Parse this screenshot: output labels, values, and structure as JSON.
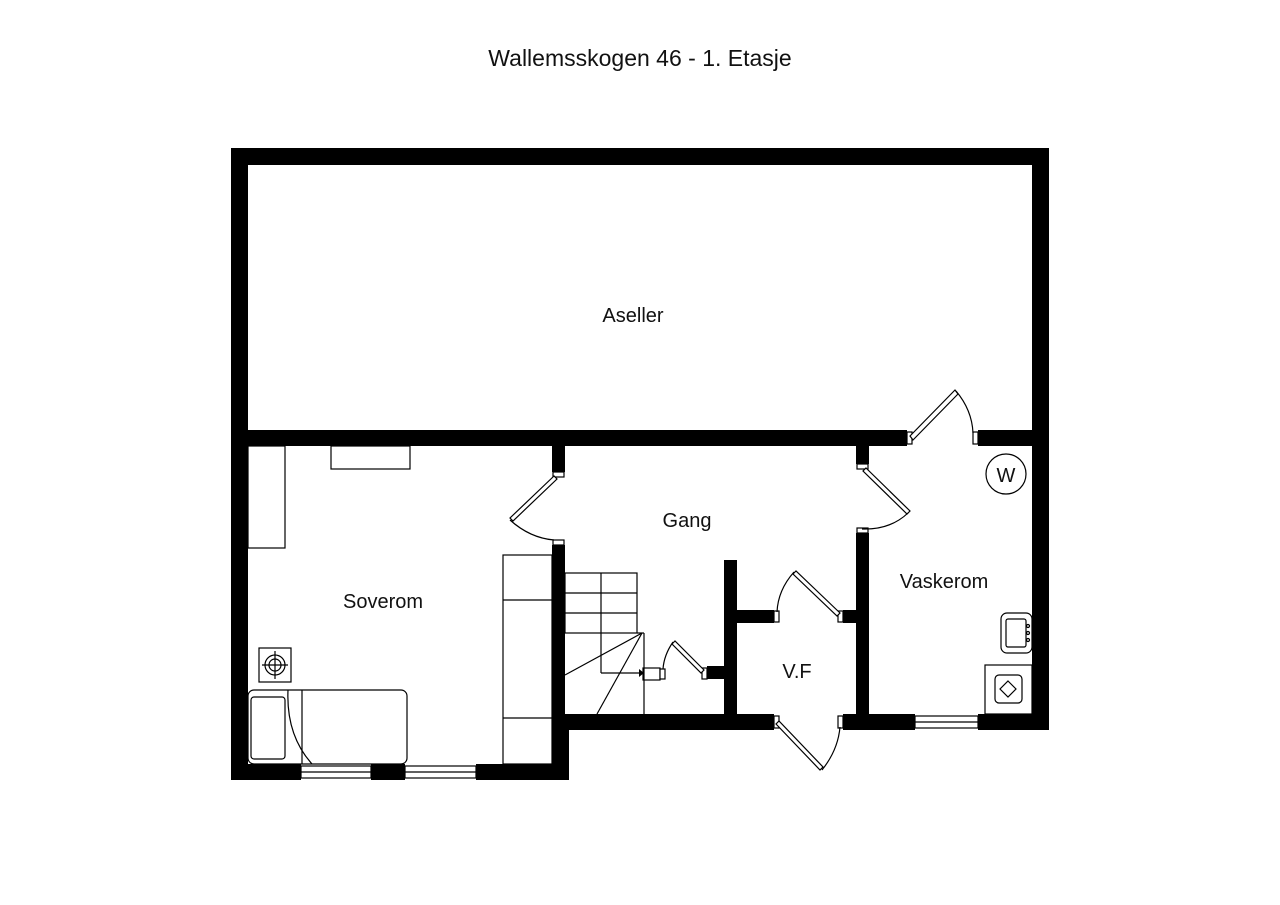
{
  "plan": {
    "title": "Wallemsskogen 46 - 1. Etasje",
    "floor": "1. Etasje",
    "address": "Wallemsskogen 46",
    "colors": {
      "wall": "#000000",
      "background": "#ffffff",
      "text": "#111111"
    }
  },
  "rooms": [
    {
      "name": "Aseller"
    },
    {
      "name": "Gang"
    },
    {
      "name": "Soverom"
    },
    {
      "name": "Vaskerom"
    },
    {
      "name": "V.F"
    }
  ],
  "symbols": {
    "water_heater_label": "W"
  }
}
